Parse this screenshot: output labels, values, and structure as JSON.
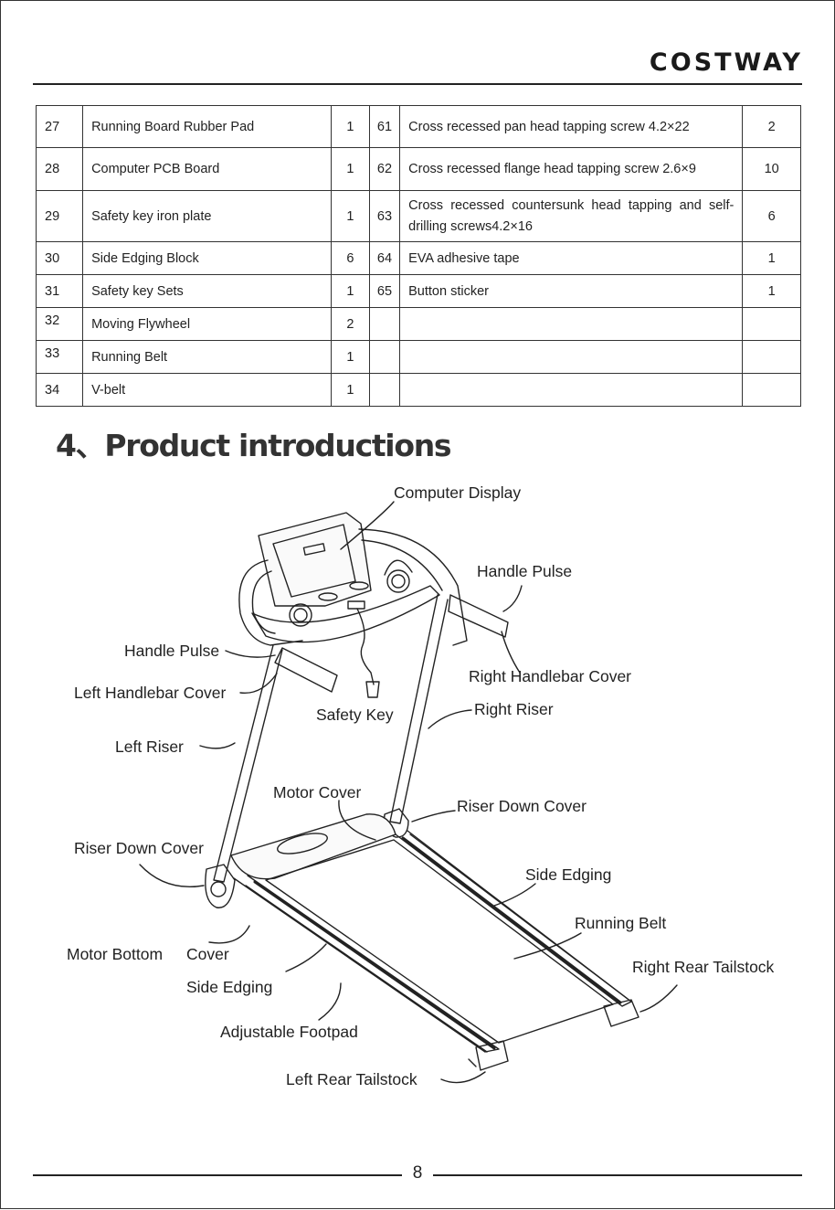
{
  "header": {
    "brand": "COSTWAY"
  },
  "parts_table": {
    "rows": [
      {
        "no": "27",
        "name": "Running Board Rubber Pad",
        "qty": "1",
        "no2": "61",
        "name2": "Cross recessed pan head tapping screw 4.2×22",
        "qty2": "2"
      },
      {
        "no": "28",
        "name": "Computer PCB Board",
        "qty": "1",
        "no2": "62",
        "name2": "Cross recessed flange head tapping screw 2.6×9",
        "qty2": "10"
      },
      {
        "no": "29",
        "name": "Safety key iron plate",
        "qty": "1",
        "no2": "63",
        "name2": "Cross recessed countersunk head tapping and self-drilling screws4.2×16",
        "qty2": "6"
      },
      {
        "no": "30",
        "name": "Side Edging Block",
        "qty": "6",
        "no2": "64",
        "name2": "EVA adhesive tape",
        "qty2": "1"
      },
      {
        "no": "31",
        "name": "Safety key Sets",
        "qty": "1",
        "no2": "65",
        "name2": "Button sticker",
        "qty2": "1"
      },
      {
        "no": "32",
        "name": "Moving Flywheel",
        "qty": "2",
        "no2": "",
        "name2": "",
        "qty2": ""
      },
      {
        "no": "33",
        "name": "Running Belt",
        "qty": "1",
        "no2": "",
        "name2": "",
        "qty2": ""
      },
      {
        "no": "34",
        "name": "V-belt",
        "qty": "1",
        "no2": "",
        "name2": "",
        "qty2": ""
      }
    ]
  },
  "section": {
    "title": "4、Product introductions"
  },
  "labels": {
    "computer_display": "Computer Display",
    "handle_pulse_right": "Handle Pulse",
    "handle_pulse_left": "Handle Pulse",
    "right_handlebar_cover": "Right Handlebar Cover",
    "left_handlebar_cover": "Left Handlebar Cover",
    "safety_key": "Safety Key",
    "right_riser": "Right Riser",
    "left_riser": "Left Riser",
    "motor_cover": "Motor Cover",
    "riser_down_cover_right": "Riser Down Cover",
    "riser_down_cover_left": "Riser Down Cover",
    "side_edging_right": "Side Edging",
    "running_belt": "Running Belt",
    "right_rear_tailstock": "Right Rear Tailstock",
    "motor_bottom": "Motor Bottom",
    "cover": "Cover",
    "side_edging_left": "Side Edging",
    "adjustable_footpad": "Adjustable Footpad",
    "left_rear_tailstock": "Left Rear Tailstock"
  },
  "footer": {
    "page_number": "8"
  }
}
